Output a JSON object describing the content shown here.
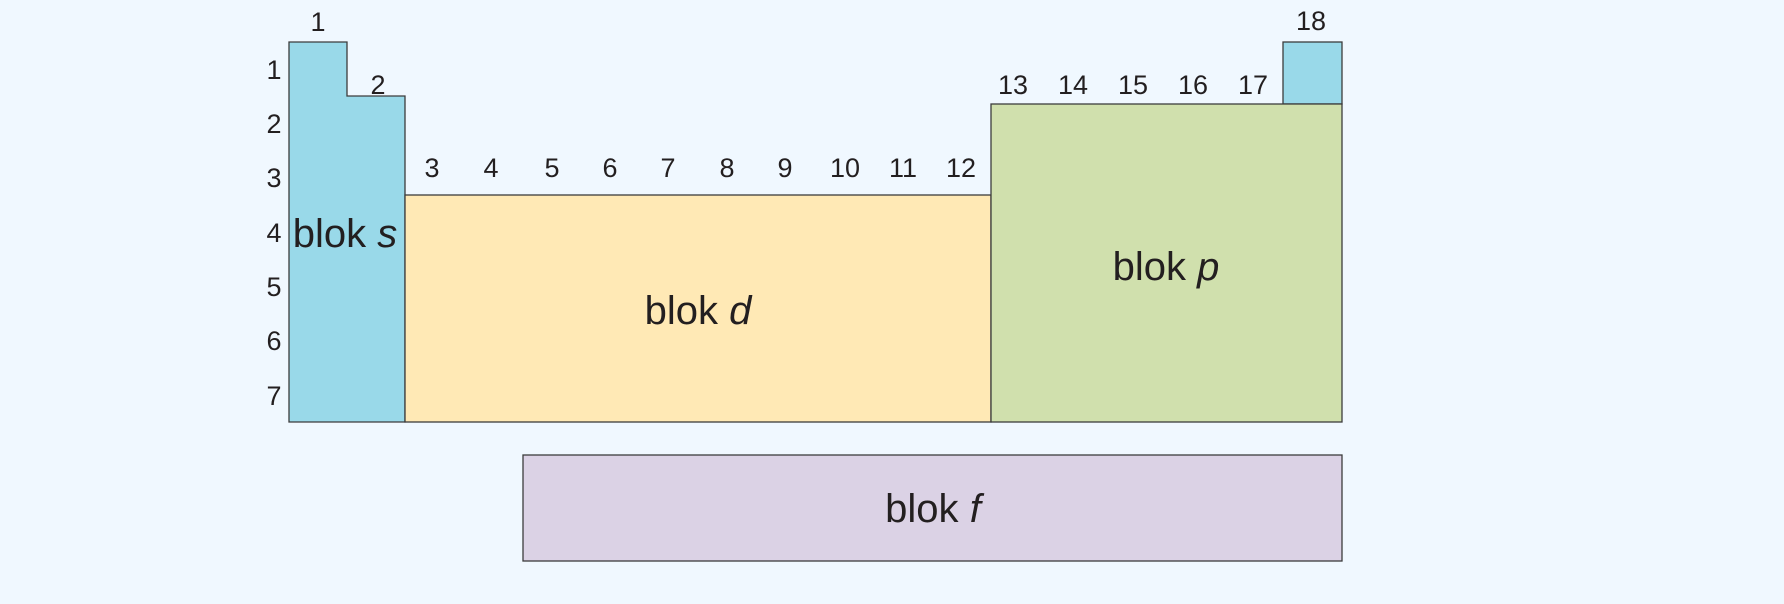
{
  "colors": {
    "background": "#f0f8ff",
    "s_block": "#99d9e9",
    "d_block": "#ffe9b5",
    "p_block": "#d0e0ad",
    "f_block": "#dbd2e5",
    "outline": "#3c3c3c",
    "text": "#231f20"
  },
  "periods": [
    "1",
    "2",
    "3",
    "4",
    "5",
    "6",
    "7"
  ],
  "groups": [
    "1",
    "2",
    "3",
    "4",
    "5",
    "6",
    "7",
    "8",
    "9",
    "10",
    "11",
    "12",
    "13",
    "14",
    "15",
    "16",
    "17",
    "18"
  ],
  "blocks": {
    "s": {
      "word": "blok",
      "letter": "s"
    },
    "d": {
      "word": "blok",
      "letter": "d"
    },
    "p": {
      "word": "blok",
      "letter": "p"
    },
    "f": {
      "word": "blok",
      "letter": "f"
    }
  }
}
